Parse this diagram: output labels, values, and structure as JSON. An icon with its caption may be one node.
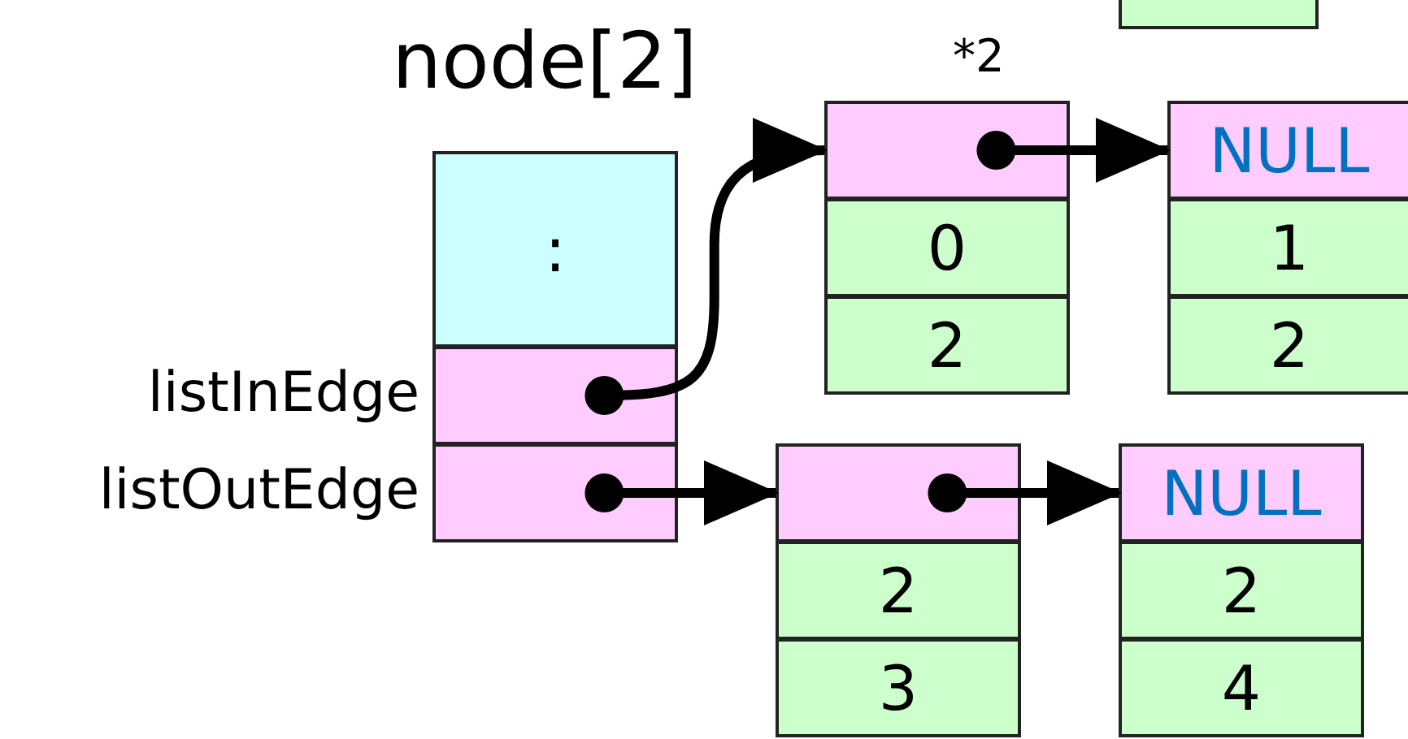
{
  "diagram": {
    "nodes": [
      {
        "text": [
          "node[2]"
        ]
      },
      {
        "text": [
          ":"
        ],
        "in": 0
      },
      {
        "text": [],
        "shape": "box",
        "in": 0,
        "beside": [
          "listInEdge"
        ]
      },
      {
        "text": [],
        "shape": "box",
        "in": 0,
        "beside": [
          "listOutEdge"
        ]
      },
      {
        "text": [],
        "shape": "box"
      },
      {
        "text": [
          "0"
        ]
      },
      {
        "text": [
          "2"
        ]
      },
      {
        "text": [
          "NULL"
        ]
      },
      {
        "text": [
          "1"
        ]
      },
      {
        "text": [
          "2"
        ]
      },
      {
        "text": [],
        "shape": "box"
      },
      {
        "text": [
          "2"
        ]
      },
      {
        "text": [
          "3"
        ]
      },
      {
        "text": [
          "NULL"
        ]
      },
      {
        "text": [
          "2"
        ]
      },
      {
        "text": [
          "4"
        ]
      },
      {
        "text": [],
        "shape": "box"
      }
    ],
    "edges": [
      {
        "from": 2,
        "to": 4,
        "arrow": "to"
      },
      {
        "from": 4,
        "to": 7,
        "arrow": "to"
      },
      {
        "from": 3,
        "to": 10,
        "arrow": "to"
      },
      {
        "from": 10,
        "to": 13,
        "arrow": "to"
      }
    ],
    "labels": [
      "*2"
    ]
  }
}
